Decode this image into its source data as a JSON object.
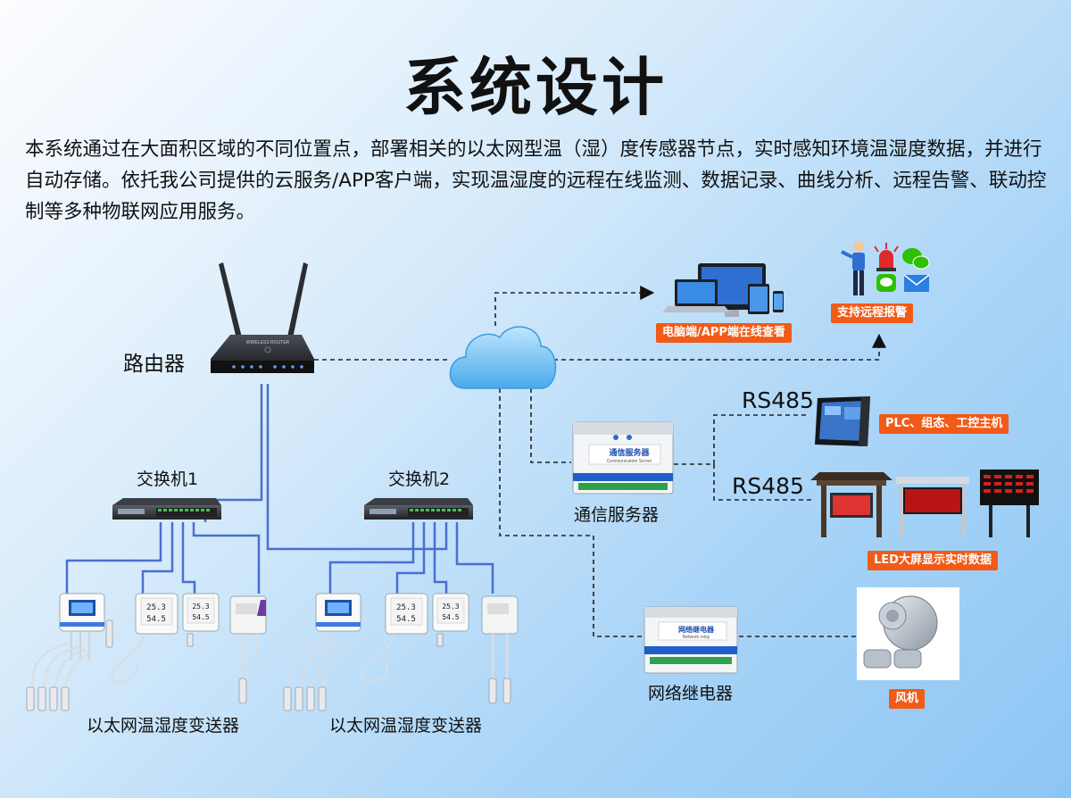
{
  "title": "系统设计",
  "intro": "本系统通过在大面积区域的不同位置点，部署相关的以太网型温（湿）度传感器节点，实时感知环境温湿度数据，并进行自动存储。依托我公司提供的云服务/APP客户端，实现温湿度的远程在线监测、数据记录、曲线分析、远程告警、联动控制等多种物联网应用服务。",
  "nodes": {
    "router": "路由器",
    "switch1": "交换机1",
    "switch2": "交换机2",
    "sensors1": "以太网温湿度变送器",
    "sensors2": "以太网温湿度变送器",
    "comm_server": "通信服务器",
    "relay": "网络继电器",
    "rs485_top": "RS485",
    "rs485_bottom": "RS485"
  },
  "badges": {
    "pc_app": "电脑端/APP端在线查看",
    "alarm": "支持远程报警",
    "plc": "PLC、组态、工控主机",
    "led": "LED大屏显示实时数据",
    "fan": "风机"
  },
  "device_text": {
    "router_brand": "WIRELESS ROUTER",
    "comm_server_name": "通信服务器",
    "comm_server_sub": "Communication Server",
    "relay_name": "网络继电器",
    "relay_sub": "Network relay",
    "lcd_reading_1": "25.3",
    "lcd_reading_2": "54.5"
  },
  "colors": {
    "badge": "#f25a17",
    "cable": "#4a6fd1",
    "dashed": "#222222",
    "cloud": "#5fb8f0"
  }
}
